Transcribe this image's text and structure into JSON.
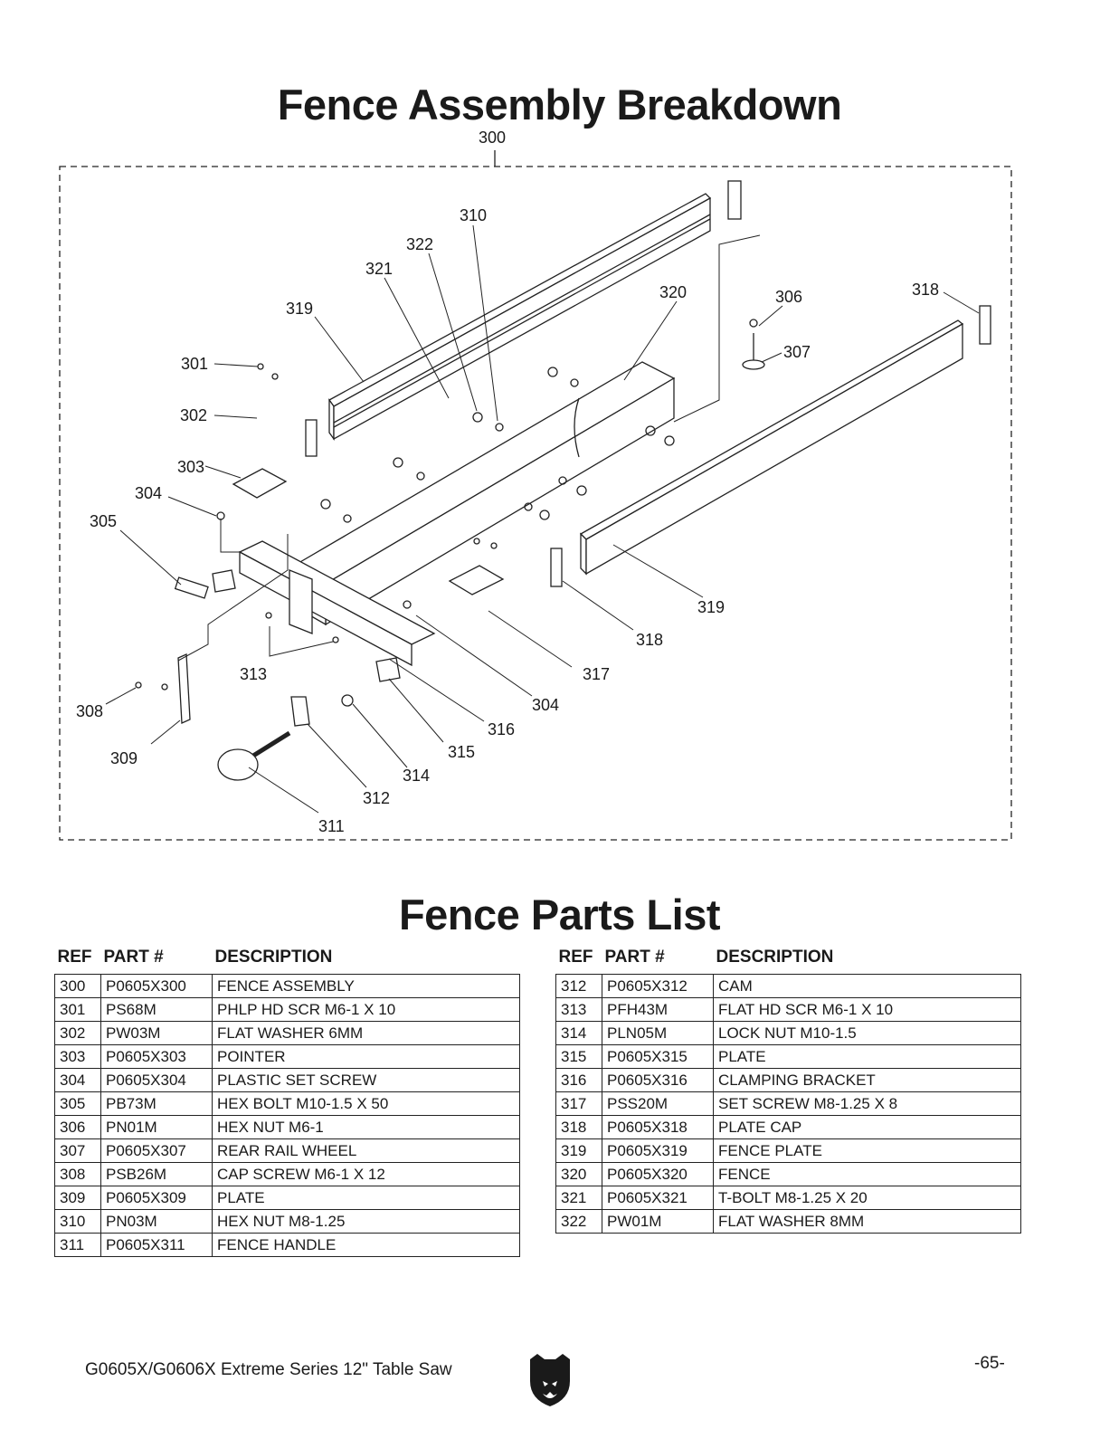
{
  "diagram": {
    "title": "Fence Assembly Breakdown",
    "callouts": [
      "300",
      "301",
      "302",
      "303",
      "304",
      "305",
      "306",
      "307",
      "308",
      "309",
      "310",
      "311",
      "312",
      "313",
      "314",
      "315",
      "316",
      "317",
      "318",
      "319",
      "320",
      "321",
      "322",
      "318",
      "319",
      "304"
    ]
  },
  "parts_list": {
    "title": "Fence Parts List",
    "headers": {
      "ref": "REF",
      "part": "PART #",
      "description": "DESCRIPTION"
    },
    "left": [
      {
        "ref": "300",
        "part": "P0605X300",
        "description": "FENCE ASSEMBLY"
      },
      {
        "ref": "301",
        "part": "PS68M",
        "description": "PHLP HD SCR M6-1 X 10"
      },
      {
        "ref": "302",
        "part": "PW03M",
        "description": "FLAT WASHER 6MM"
      },
      {
        "ref": "303",
        "part": "P0605X303",
        "description": "POINTER"
      },
      {
        "ref": "304",
        "part": "P0605X304",
        "description": "PLASTIC SET SCREW"
      },
      {
        "ref": "305",
        "part": "PB73M",
        "description": "HEX BOLT M10-1.5 X 50"
      },
      {
        "ref": "306",
        "part": "PN01M",
        "description": "HEX NUT M6-1"
      },
      {
        "ref": "307",
        "part": "P0605X307",
        "description": "REAR RAIL WHEEL"
      },
      {
        "ref": "308",
        "part": "PSB26M",
        "description": "CAP SCREW M6-1 X 12"
      },
      {
        "ref": "309",
        "part": "P0605X309",
        "description": "PLATE"
      },
      {
        "ref": "310",
        "part": "PN03M",
        "description": "HEX NUT M8-1.25"
      },
      {
        "ref": "311",
        "part": "P0605X311",
        "description": "FENCE HANDLE"
      }
    ],
    "right": [
      {
        "ref": "312",
        "part": "P0605X312",
        "description": "CAM"
      },
      {
        "ref": "313",
        "part": "PFH43M",
        "description": "FLAT HD SCR M6-1 X 10"
      },
      {
        "ref": "314",
        "part": "PLN05M",
        "description": "LOCK NUT M10-1.5"
      },
      {
        "ref": "315",
        "part": "P0605X315",
        "description": "PLATE"
      },
      {
        "ref": "316",
        "part": "P0605X316",
        "description": "CLAMPING BRACKET"
      },
      {
        "ref": "317",
        "part": "PSS20M",
        "description": "SET SCREW M8-1.25 X 8"
      },
      {
        "ref": "318",
        "part": "P0605X318",
        "description": "PLATE  CAP"
      },
      {
        "ref": "319",
        "part": "P0605X319",
        "description": "FENCE PLATE"
      },
      {
        "ref": "320",
        "part": "P0605X320",
        "description": "FENCE"
      },
      {
        "ref": "321",
        "part": "P0605X321",
        "description": "T-BOLT M8-1.25 X 20"
      },
      {
        "ref": "322",
        "part": "PW01M",
        "description": "FLAT WASHER 8MM"
      }
    ]
  },
  "footer": {
    "model_text": "G0605X/G0606X Extreme Series 12\" Table Saw",
    "page_number": "-65-",
    "logo_icon": "bear-head-icon"
  }
}
